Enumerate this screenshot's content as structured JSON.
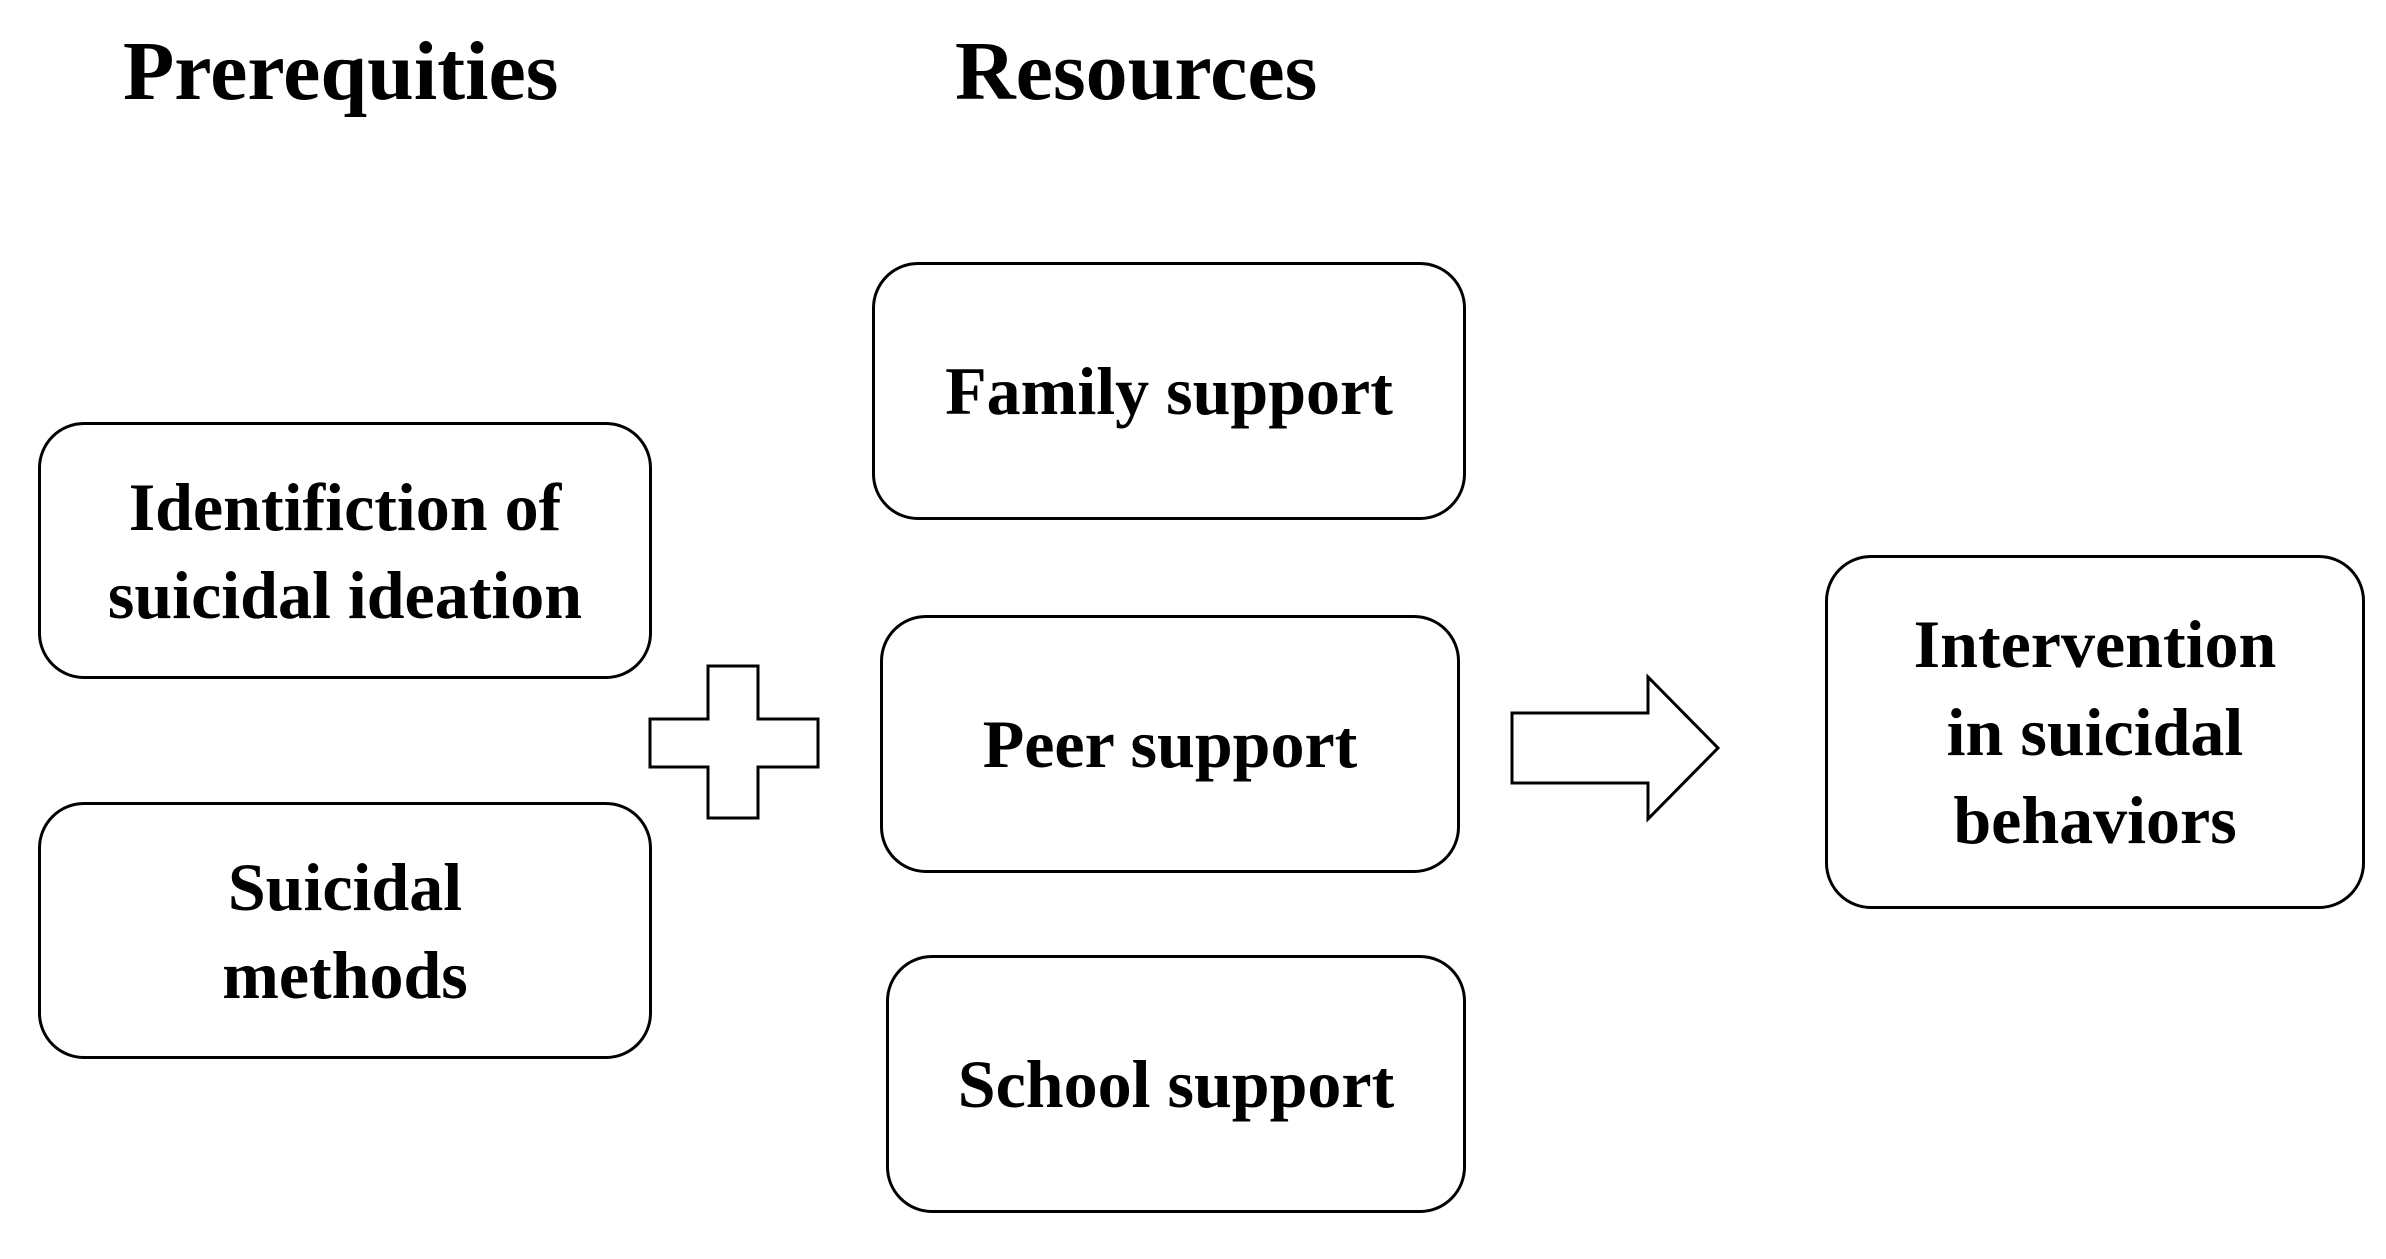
{
  "headings": {
    "prerequisites": "Prerequities",
    "resources": "Resources"
  },
  "prerequisites": {
    "items": [
      "Identifiction of\nsuicidal ideation",
      "Suicidal\nmethods"
    ]
  },
  "resources": {
    "items": [
      "Family support",
      "Peer support",
      "School support"
    ]
  },
  "outcome": {
    "label": "Intervention\nin suicidal\nbehaviors"
  },
  "connectors": {
    "combine": "plus-icon",
    "leads_to": "arrow-right-icon"
  },
  "colors": {
    "stroke": "#000000",
    "fill": "#ffffff"
  }
}
